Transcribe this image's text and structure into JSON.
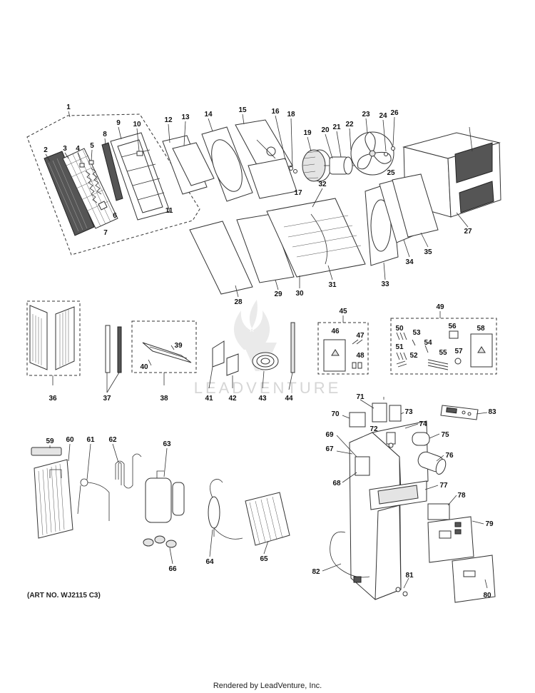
{
  "art_number": "(ART NO. WJ2115 C3)",
  "footer": "Rendered by LeadVenture, Inc.",
  "watermark": "LEADVENTURE",
  "callouts": [
    {
      "n": "1"
    },
    {
      "n": "2"
    },
    {
      "n": "3"
    },
    {
      "n": "4"
    },
    {
      "n": "5"
    },
    {
      "n": "6"
    },
    {
      "n": "7"
    },
    {
      "n": "8"
    },
    {
      "n": "9"
    },
    {
      "n": "10"
    },
    {
      "n": "11"
    },
    {
      "n": "12"
    },
    {
      "n": "13"
    },
    {
      "n": "14"
    },
    {
      "n": "15"
    },
    {
      "n": "16"
    },
    {
      "n": "17"
    },
    {
      "n": "18"
    },
    {
      "n": "19"
    },
    {
      "n": "20"
    },
    {
      "n": "21"
    },
    {
      "n": "22"
    },
    {
      "n": "23"
    },
    {
      "n": "24"
    },
    {
      "n": "25"
    },
    {
      "n": "26"
    },
    {
      "n": "27"
    },
    {
      "n": "28"
    },
    {
      "n": "29"
    },
    {
      "n": "30"
    },
    {
      "n": "31"
    },
    {
      "n": "32"
    },
    {
      "n": "33"
    },
    {
      "n": "34"
    },
    {
      "n": "35"
    },
    {
      "n": "36"
    },
    {
      "n": "37"
    },
    {
      "n": "38"
    },
    {
      "n": "39"
    },
    {
      "n": "40"
    },
    {
      "n": "41"
    },
    {
      "n": "42"
    },
    {
      "n": "43"
    },
    {
      "n": "44"
    },
    {
      "n": "45"
    },
    {
      "n": "46"
    },
    {
      "n": "47"
    },
    {
      "n": "48"
    },
    {
      "n": "49"
    },
    {
      "n": "50"
    },
    {
      "n": "51"
    },
    {
      "n": "52"
    },
    {
      "n": "53"
    },
    {
      "n": "54"
    },
    {
      "n": "55"
    },
    {
      "n": "56"
    },
    {
      "n": "57"
    },
    {
      "n": "58"
    },
    {
      "n": "59"
    },
    {
      "n": "60"
    },
    {
      "n": "61"
    },
    {
      "n": "62"
    },
    {
      "n": "63"
    },
    {
      "n": "64"
    },
    {
      "n": "65"
    },
    {
      "n": "66"
    },
    {
      "n": "67"
    },
    {
      "n": "68"
    },
    {
      "n": "69"
    },
    {
      "n": "70"
    },
    {
      "n": "71"
    },
    {
      "n": "72"
    },
    {
      "n": "73"
    },
    {
      "n": "74"
    },
    {
      "n": "75"
    },
    {
      "n": "76"
    },
    {
      "n": "77"
    },
    {
      "n": "78"
    },
    {
      "n": "79"
    },
    {
      "n": "80"
    },
    {
      "n": "81"
    },
    {
      "n": "82"
    },
    {
      "n": "83"
    }
  ]
}
